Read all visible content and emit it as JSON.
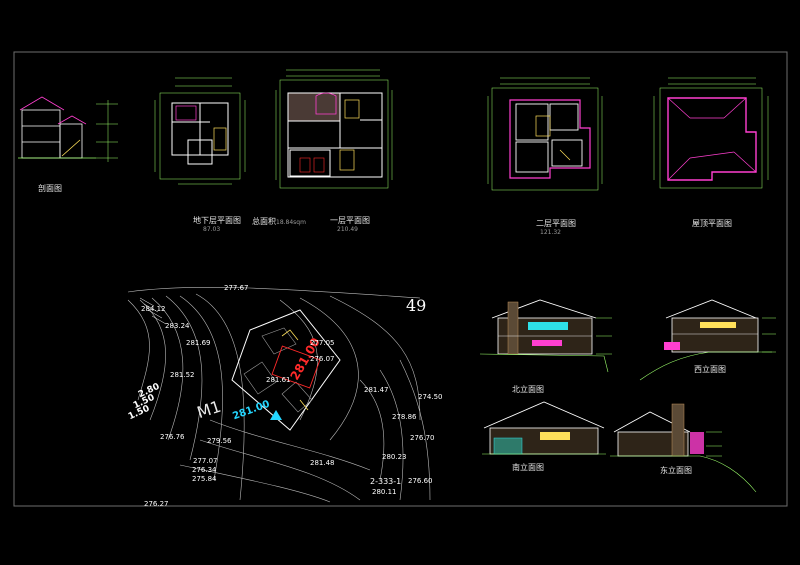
{
  "colors": {
    "background": "#000000",
    "frame": "#6e6e6e",
    "wall": "#ffffff",
    "dimension": "#9cff6b",
    "roof": "#ff3fd0",
    "highlight": "#ff2a2a",
    "cyan": "#24d6ff",
    "yellow": "#ffe05a"
  },
  "plans": {
    "section": {
      "title": "剖面图"
    },
    "basement": {
      "title": "地下层平面图",
      "area": "87.03"
    },
    "total": {
      "title": "总面积",
      "area": "18.84sqm"
    },
    "first": {
      "title": "一层平面图",
      "area": "210.49"
    },
    "second": {
      "title": "二层平面图",
      "area": "121.32"
    },
    "roof": {
      "title": "屋顶平面图"
    }
  },
  "site": {
    "page_number": "49",
    "lot_label": "M1",
    "building_elev_red": "281.00",
    "building_elev_cyan": "281.00",
    "setback_labels": [
      "2.80",
      "1.50",
      "1.50"
    ],
    "code": "2-333-1",
    "elevations": [
      "277.67",
      "284.12",
      "283.24",
      "281.69",
      "281.52",
      "277.05",
      "276.07",
      "281.61",
      "281.47",
      "274.50",
      "278.86",
      "276.70",
      "276.76",
      "279.56",
      "280.23",
      "281.48",
      "277.07",
      "276.34",
      "275.84",
      "276.60",
      "280.11",
      "276.27"
    ]
  },
  "elevations": {
    "north": {
      "title": "北立面图"
    },
    "west": {
      "title": "西立面图"
    },
    "south": {
      "title": "南立面图"
    },
    "east": {
      "title": "东立面图"
    }
  }
}
